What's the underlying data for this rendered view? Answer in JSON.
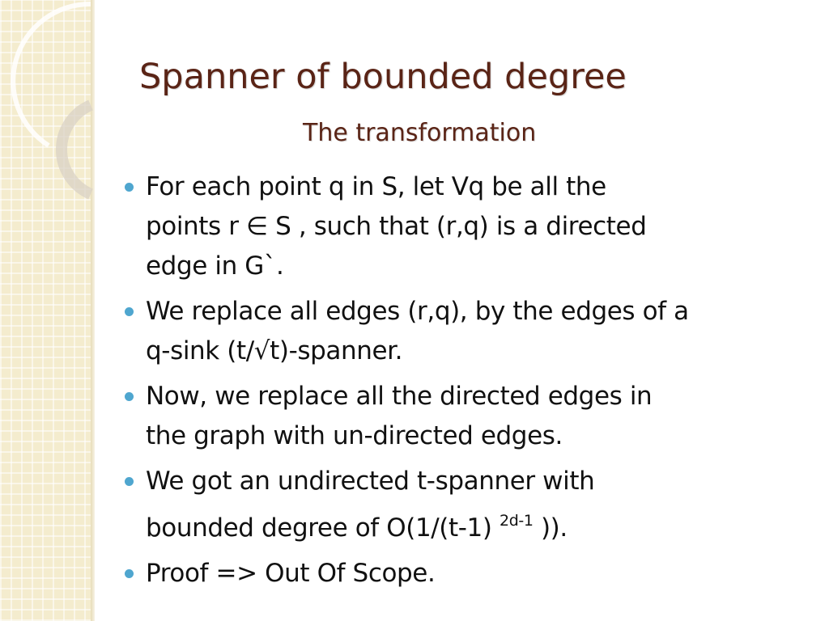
{
  "slide": {
    "title": "Spanner of bounded degree",
    "subtitle": "The transformation",
    "colors": {
      "title": "#5a2416",
      "bullet_dot": "#4fa6cf",
      "band": "#f4ecce",
      "body_text": "#111111"
    },
    "bullets": [
      {
        "lines": [
          "For each point q in S, let Vq be all the",
          "points r  ∈ S , such that (r,q) is a directed",
          "edge in G`."
        ]
      },
      {
        "lines": [
          "We replace all edges (r,q), by the edges of a",
          "q-sink (t/√t)-spanner."
        ]
      },
      {
        "lines": [
          "Now, we replace all the directed edges in",
          "the graph with un-directed edges."
        ]
      },
      {
        "lines": [
          "We got an undirected t-spanner with"
        ],
        "last_line": {
          "before": "bounded degree of O(1/(t-1) ",
          "sup": "2d-1",
          "after": " ))."
        }
      },
      {
        "lines": [
          "Proof => Out Of Scope."
        ]
      }
    ]
  }
}
